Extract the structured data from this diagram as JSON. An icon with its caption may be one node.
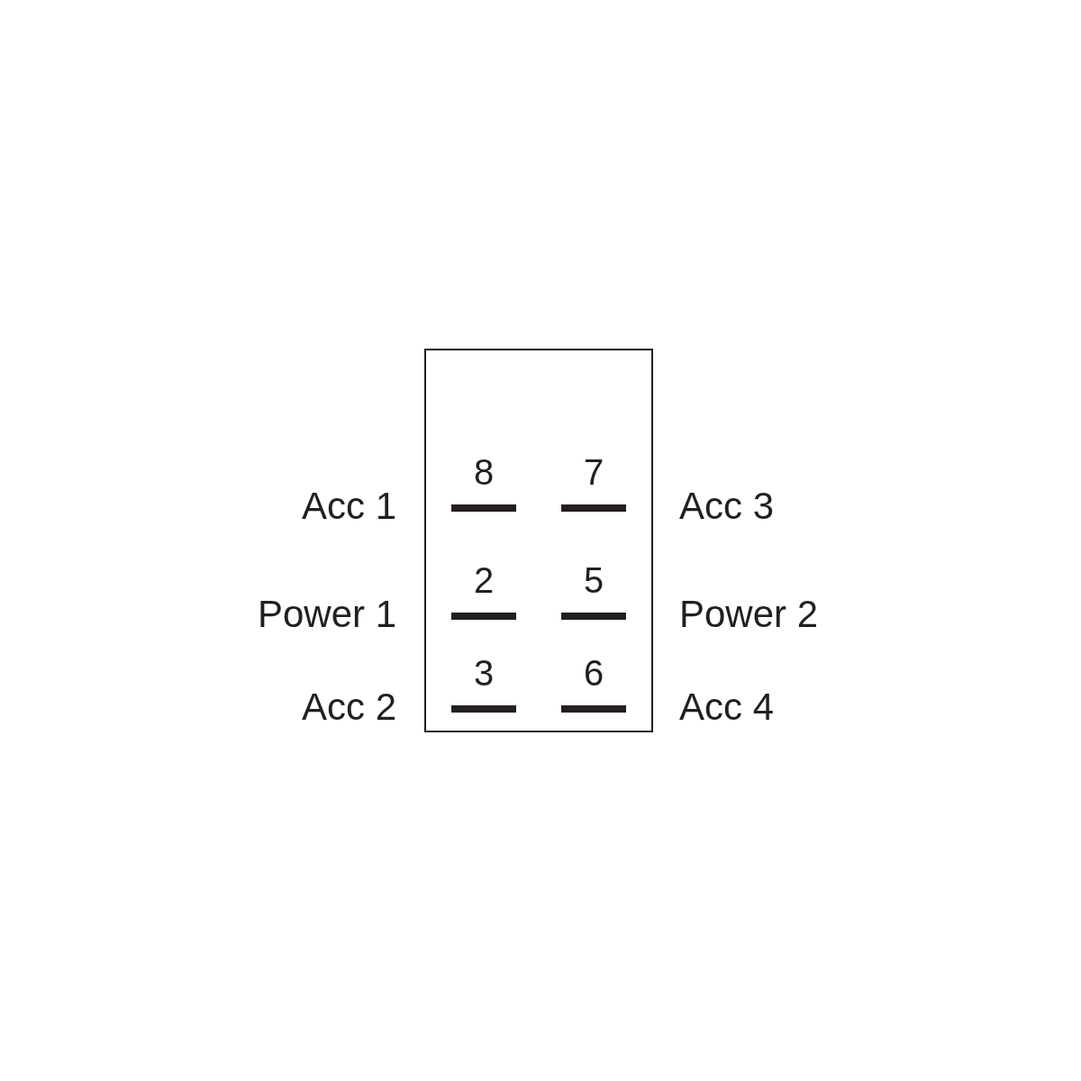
{
  "diagram": {
    "nodes": [
      {
        "text": [],
        "shape": "box"
      },
      {
        "text": [
          "8"
        ],
        "in": 0,
        "beside": [
          "Acc 1"
        ]
      },
      {
        "text": [
          "7"
        ],
        "in": 0,
        "beside": [
          "Acc 3"
        ]
      },
      {
        "text": [
          "2"
        ],
        "in": 0,
        "beside": [
          "Power 1"
        ]
      },
      {
        "text": [
          "5"
        ],
        "in": 0,
        "beside": [
          "Power 2"
        ]
      },
      {
        "text": [
          "3"
        ],
        "in": 0,
        "beside": [
          "Acc 2"
        ]
      },
      {
        "text": [
          "6"
        ],
        "in": 0,
        "beside": [
          "Acc 4"
        ]
      }
    ]
  }
}
